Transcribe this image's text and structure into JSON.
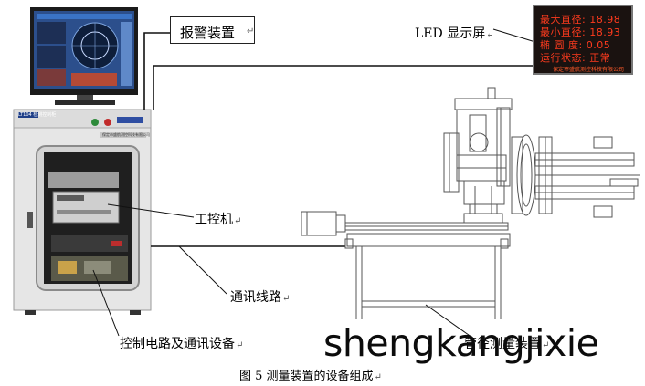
{
  "labels": {
    "alarm": "报警装置",
    "led": "LED 显示屏",
    "ipc": "工控机",
    "comm_line": "通讯线路",
    "control": "控制电路及通讯设备",
    "measure": "管径测量装置"
  },
  "led_display": {
    "max_label": "最大直径:",
    "max_value": "18.98",
    "min_label": "最小直径:",
    "min_value": "18.93",
    "ovality_label": "椭 圆 度:",
    "ovality_value": "0.05",
    "status_label": "运行状态:",
    "status_value": "正常",
    "footer": "保定市盛航测控科技有限公司"
  },
  "cabinet_text": {
    "top_left_plate": "LT104 检测控制柜",
    "plate": "保定市盛航测控科技有限公司"
  },
  "watermark": "shengkangjixie",
  "caption": "图 5  测量装置的设备组成",
  "paragraph_mark": "↵",
  "colors": {
    "cabinet": "#ececec",
    "frame": "#8a8a8a",
    "led_bg": "#1a1210",
    "led_text": "#ff3b1e",
    "monitor_screen": "#2c4f8c"
  }
}
